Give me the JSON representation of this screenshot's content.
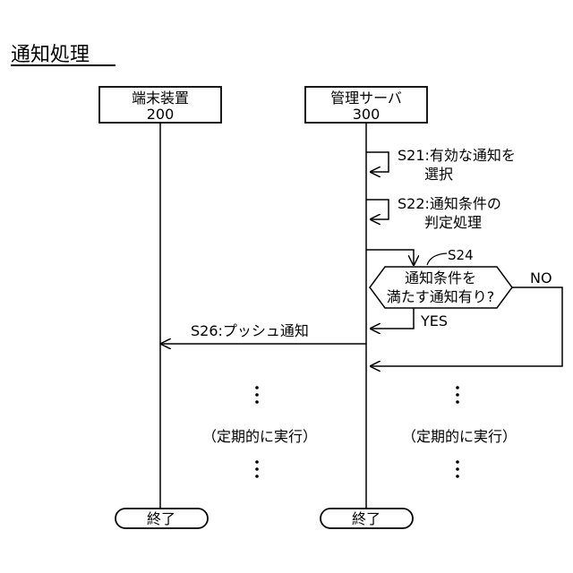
{
  "title": "通知処理",
  "actors": {
    "terminal": {
      "name": "端末装置",
      "id": "200"
    },
    "server": {
      "name": "管理サーバ",
      "id": "300"
    }
  },
  "steps": {
    "s21": {
      "line1": "S21:有効な通知を",
      "line2": "選択"
    },
    "s22": {
      "line1": "S22:通知条件の",
      "line2": "判定処理"
    },
    "s24": {
      "ref": "S24",
      "line1": "通知条件を",
      "line2": "満たす通知有り?",
      "yes": "YES",
      "no": "NO"
    },
    "s26": {
      "label": "S26:プッシュ通知"
    }
  },
  "periodic": {
    "left": "（定期的に実行）",
    "right": "（定期的に実行）"
  },
  "end": {
    "left": "終了",
    "right": "終了"
  },
  "colors": {
    "line": "#000000",
    "background": "#ffffff"
  }
}
